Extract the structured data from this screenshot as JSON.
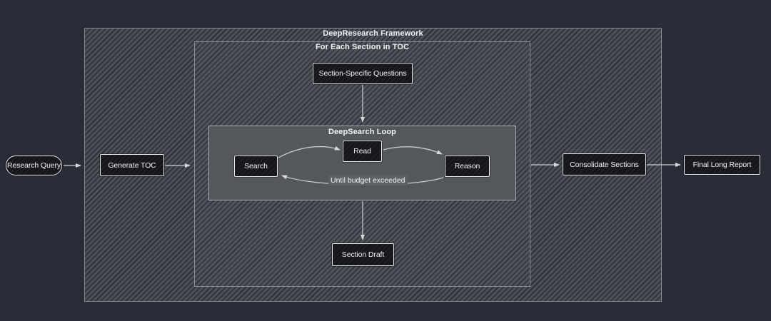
{
  "diagram": {
    "outer": {
      "title": "DeepResearch Framework"
    },
    "inner": {
      "title": "For Each Section in TOC"
    },
    "loop": {
      "title": "DeepSearch Loop",
      "edge_label": "Until budget exceeded"
    },
    "nodes": {
      "research_query": {
        "label": "Research Query"
      },
      "generate_toc": {
        "label": "Generate TOC"
      },
      "section_specific_questions": {
        "label": "Section-Specific Questions"
      },
      "search": {
        "label": "Search"
      },
      "read": {
        "label": "Read"
      },
      "reason": {
        "label": "Reason"
      },
      "section_draft": {
        "label": "Section Draft"
      },
      "consolidate_sections": {
        "label": "Consolidate Sections"
      },
      "final_long_report": {
        "label": "Final Long Report"
      }
    },
    "edges": [
      {
        "from": "Research Query",
        "to": "DeepResearch Framework"
      },
      {
        "from": "Generate TOC",
        "to": "For Each Section in TOC"
      },
      {
        "from": "Section-Specific Questions",
        "to": "DeepSearch Loop"
      },
      {
        "from": "Search",
        "to": "Read"
      },
      {
        "from": "Read",
        "to": "Reason"
      },
      {
        "from": "Reason",
        "to": "Search",
        "label": "Until budget exceeded"
      },
      {
        "from": "DeepSearch Loop",
        "to": "Section Draft"
      },
      {
        "from": "For Each Section in TOC",
        "to": "Consolidate Sections"
      },
      {
        "from": "Consolidate Sections",
        "to": "Final Long Report"
      }
    ],
    "colors": {
      "background": "#282d37",
      "hatch_base": "#4c5056",
      "loop_fill": "#54585d",
      "node_fill": "#15161a",
      "node_border": "#e8eaec",
      "text": "#f0f1f3",
      "arrow": "#cdd0d3",
      "edge_label_bg": "#5d6166"
    }
  }
}
